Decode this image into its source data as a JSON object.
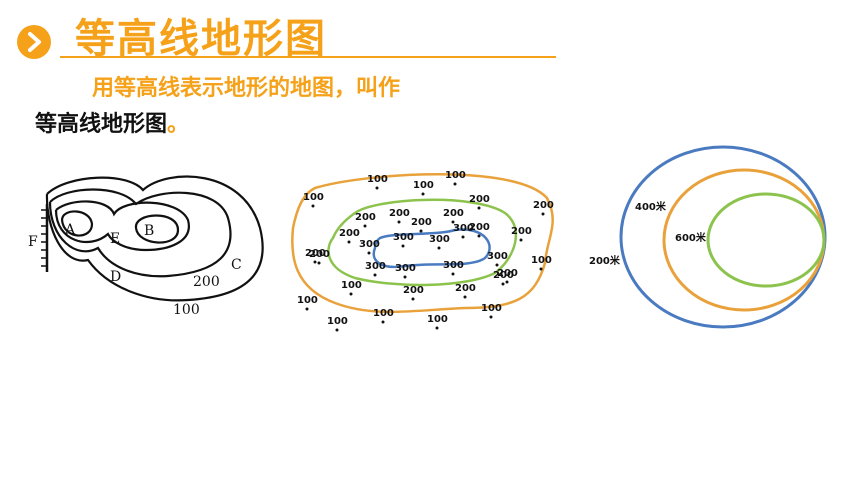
{
  "header": {
    "title": "等高线地形图"
  },
  "body": {
    "line1": "用等高线表示地形的地图，叫作",
    "line2": "等高线地形图",
    "line2_end": "。"
  },
  "fig1": {
    "letters": {
      "A": "A",
      "B": "B",
      "C": "C",
      "D": "D",
      "E": "E",
      "F": "F"
    },
    "elev": {
      "e200": "200",
      "e100": "100"
    }
  },
  "fig2": {
    "labels": [
      "100",
      "100",
      "100",
      "200",
      "200",
      "100",
      "100",
      "200",
      "200",
      "200",
      "200",
      "200",
      "200",
      "200",
      "300",
      "300",
      "300",
      "300",
      "200",
      "200",
      "300",
      "300",
      "300",
      "300",
      "100",
      "100",
      "200",
      "200",
      "200",
      "200",
      "100",
      "100",
      "100",
      "100"
    ]
  },
  "fig3": {
    "l200": "200米",
    "l400": "400米",
    "l600": "600米"
  },
  "colors": {
    "accent": "#f5a21a",
    "blue": "#4a7bc0",
    "orange": "#e9a23b",
    "green": "#8cc34d"
  }
}
